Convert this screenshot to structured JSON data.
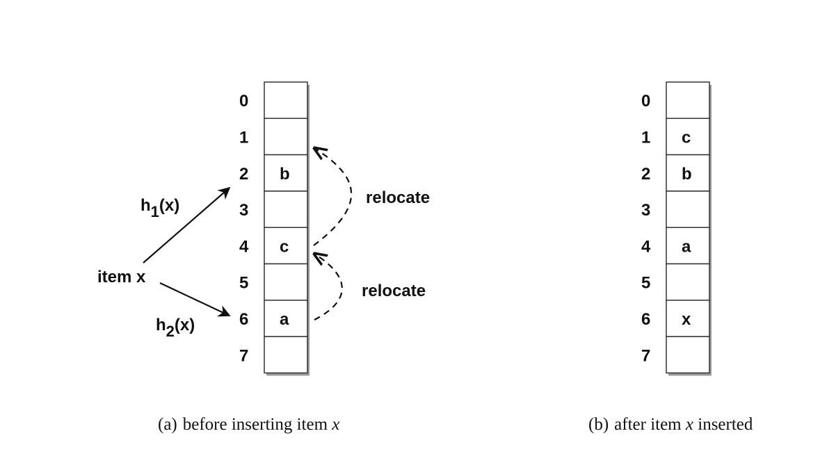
{
  "figure_a": {
    "slots": [
      {
        "index": "0",
        "value": ""
      },
      {
        "index": "1",
        "value": ""
      },
      {
        "index": "2",
        "value": "b"
      },
      {
        "index": "3",
        "value": ""
      },
      {
        "index": "4",
        "value": "c"
      },
      {
        "index": "5",
        "value": ""
      },
      {
        "index": "6",
        "value": "a"
      },
      {
        "index": "7",
        "value": ""
      }
    ],
    "item_label": "item x",
    "h1": {
      "base": "h",
      "sub": "1",
      "arg": "(x)"
    },
    "h2": {
      "base": "h",
      "sub": "2",
      "arg": "(x)"
    },
    "relocate_upper": "relocate",
    "relocate_lower": "relocate",
    "caption": {
      "tag": "(a)",
      "pre": "before inserting item ",
      "var": "x",
      "post": ""
    }
  },
  "figure_b": {
    "slots": [
      {
        "index": "0",
        "value": ""
      },
      {
        "index": "1",
        "value": "c"
      },
      {
        "index": "2",
        "value": "b"
      },
      {
        "index": "3",
        "value": ""
      },
      {
        "index": "4",
        "value": "a"
      },
      {
        "index": "5",
        "value": ""
      },
      {
        "index": "6",
        "value": "x"
      },
      {
        "index": "7",
        "value": ""
      }
    ],
    "caption": {
      "tag": "(b)",
      "pre": "after item ",
      "var": "x",
      "post": " inserted"
    }
  }
}
